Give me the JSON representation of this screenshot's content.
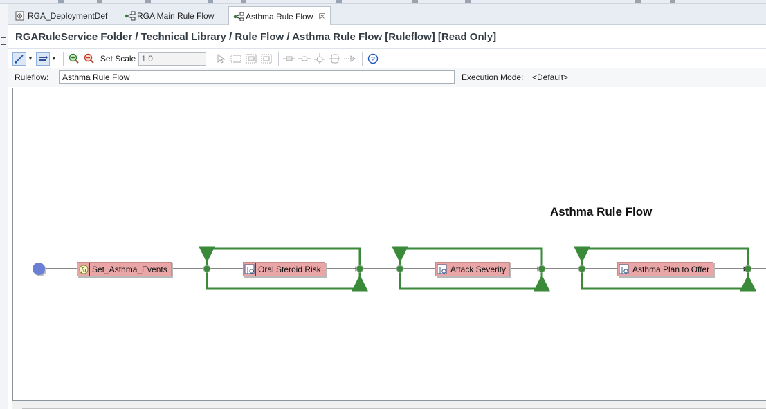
{
  "tabs": [
    {
      "label": "RGA_DeploymentDef",
      "icon": "deployment-icon",
      "active": false
    },
    {
      "label": "RGA Main Rule Flow",
      "icon": "ruleflow-icon",
      "active": false
    },
    {
      "label": "Asthma Rule Flow",
      "icon": "ruleflow-icon",
      "active": true,
      "close": "☒"
    }
  ],
  "title": "RGARuleService Folder / Technical Library / Rule Flow / Asthma Rule Flow [Ruleflow]  [Read Only]",
  "toolbar": {
    "set_scale_label": "Set Scale",
    "scale_value": "1.0",
    "icons": [
      "transition-tool-icon",
      "layout-tool-icon",
      "zoom-in-icon",
      "zoom-out-icon",
      "select-icon",
      "marquee-icon",
      "marquee-nodes-icon",
      "marquee-connections-icon",
      "task-node-icon",
      "subflow-node-icon",
      "fork-node-icon",
      "loop-node-icon",
      "end-node-icon",
      "help-icon"
    ]
  },
  "ruleflow_row": {
    "ruleflow_label": "Ruleflow:",
    "ruleflow_value": "Asthma Rule Flow",
    "execution_mode_label": "Execution Mode:",
    "execution_mode_value": "<Default>"
  },
  "diagram": {
    "title": "Asthma Rule Flow",
    "start_color": "#6b7fd6",
    "loop_color": "#3a8a3a",
    "node_color": "#eaa6a6",
    "nodes": [
      {
        "label": "Set_Asthma_Events",
        "icon": "function-task-icon"
      },
      {
        "label": "Oral Steroid Risk",
        "icon": "decision-table-icon"
      },
      {
        "label": "Attack Severity",
        "icon": "decision-table-icon"
      },
      {
        "label": "Asthma Plan to Offer",
        "icon": "decision-table-icon"
      }
    ]
  }
}
